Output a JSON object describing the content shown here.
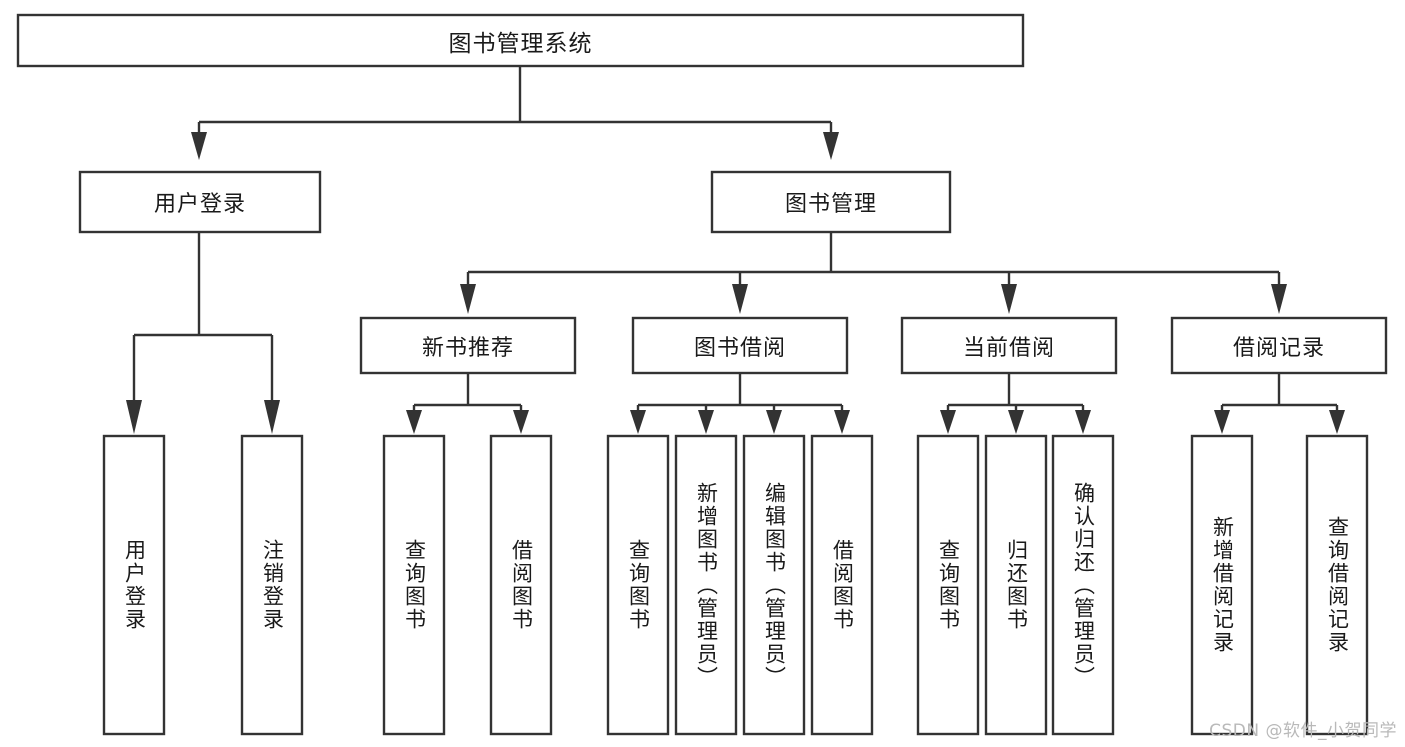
{
  "diagram": {
    "type": "tree",
    "orientation": "top-down",
    "title": "图书管理系统",
    "watermark": "CSDN @软件_小贺同学",
    "colors": {
      "background": "#ffffff",
      "box_fill": "#ffffff",
      "box_stroke": "#333333",
      "text": "#1a1a1a",
      "watermark": "#b9b9b9"
    },
    "levels": {
      "root": "图书管理系统",
      "level2": [
        "用户登录",
        "图书管理"
      ],
      "level3": [
        "新书推荐",
        "图书借阅",
        "当前借阅",
        "借阅记录"
      ]
    },
    "nodes": {
      "root": {
        "label": "图书管理系统",
        "orientation": "horizontal"
      },
      "user_login": {
        "label": "用户登录",
        "orientation": "horizontal"
      },
      "book_manage": {
        "label": "图书管理",
        "orientation": "horizontal"
      },
      "new_book_rec": {
        "label": "新书推荐",
        "orientation": "horizontal"
      },
      "book_borrow": {
        "label": "图书借阅",
        "orientation": "horizontal"
      },
      "current_borrow": {
        "label": "当前借阅",
        "orientation": "horizontal"
      },
      "borrow_record": {
        "label": "借阅记录",
        "orientation": "horizontal"
      },
      "leaf_user_login": {
        "label": "用户登录",
        "orientation": "vertical"
      },
      "leaf_logout": {
        "label": "注销登录",
        "orientation": "vertical"
      },
      "leaf_query_book_1": {
        "label": "查询图书",
        "orientation": "vertical"
      },
      "leaf_borrow_book_1": {
        "label": "借阅图书",
        "orientation": "vertical"
      },
      "leaf_query_book_2": {
        "label": "查询图书",
        "orientation": "vertical"
      },
      "leaf_add_book": {
        "label": "新增图书（管理员）",
        "orientation": "vertical"
      },
      "leaf_edit_book": {
        "label": "编辑图书（管理员）",
        "orientation": "vertical"
      },
      "leaf_borrow_book_2": {
        "label": "借阅图书",
        "orientation": "vertical"
      },
      "leaf_query_book_3": {
        "label": "查询图书",
        "orientation": "vertical"
      },
      "leaf_return_book": {
        "label": "归还图书",
        "orientation": "vertical"
      },
      "leaf_confirm_return": {
        "label": "确认归还（管理员）",
        "orientation": "vertical"
      },
      "leaf_add_record": {
        "label": "新增借阅记录",
        "orientation": "vertical"
      },
      "leaf_query_record": {
        "label": "查询借阅记录",
        "orientation": "vertical"
      }
    },
    "edges": [
      {
        "from": "root",
        "to": "user_login"
      },
      {
        "from": "root",
        "to": "book_manage"
      },
      {
        "from": "user_login",
        "to": "leaf_user_login"
      },
      {
        "from": "user_login",
        "to": "leaf_logout"
      },
      {
        "from": "book_manage",
        "to": "new_book_rec"
      },
      {
        "from": "book_manage",
        "to": "book_borrow"
      },
      {
        "from": "book_manage",
        "to": "current_borrow"
      },
      {
        "from": "book_manage",
        "to": "borrow_record"
      },
      {
        "from": "new_book_rec",
        "to": "leaf_query_book_1"
      },
      {
        "from": "new_book_rec",
        "to": "leaf_borrow_book_1"
      },
      {
        "from": "book_borrow",
        "to": "leaf_query_book_2"
      },
      {
        "from": "book_borrow",
        "to": "leaf_add_book"
      },
      {
        "from": "book_borrow",
        "to": "leaf_edit_book"
      },
      {
        "from": "book_borrow",
        "to": "leaf_borrow_book_2"
      },
      {
        "from": "current_borrow",
        "to": "leaf_query_book_3"
      },
      {
        "from": "current_borrow",
        "to": "leaf_return_book"
      },
      {
        "from": "current_borrow",
        "to": "leaf_confirm_return"
      },
      {
        "from": "borrow_record",
        "to": "leaf_add_record"
      },
      {
        "from": "borrow_record",
        "to": "leaf_query_record"
      }
    ]
  }
}
